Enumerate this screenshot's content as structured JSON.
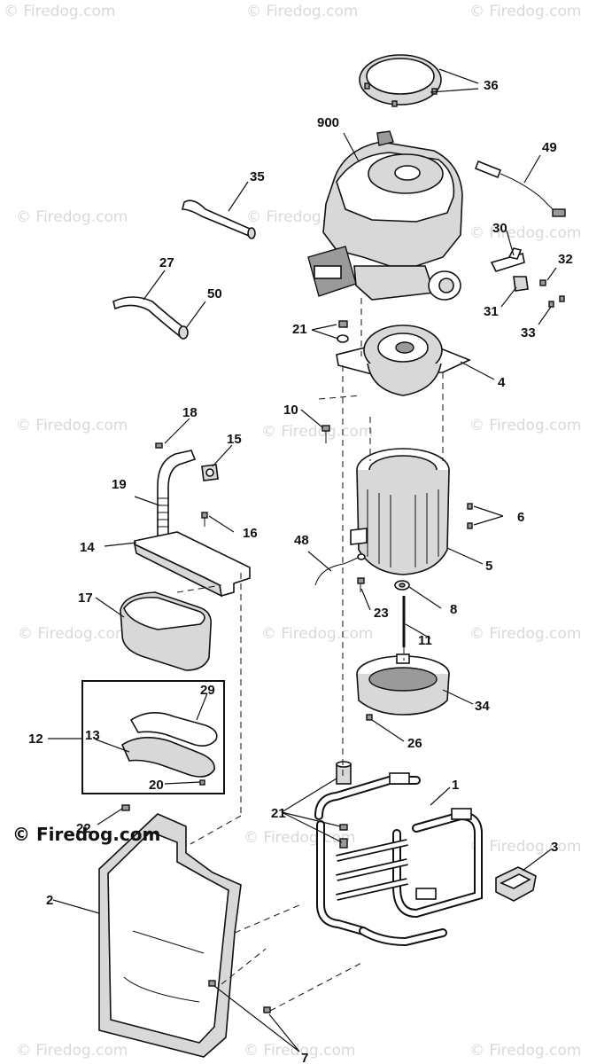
{
  "watermarks": {
    "text": "© Firedog.com",
    "main_text": "© Firedog.com"
  },
  "callouts": {
    "c36": "36",
    "c900": "900",
    "c49": "49",
    "c35": "35",
    "c30": "30",
    "c27": "27",
    "c32": "32",
    "c50": "50",
    "c31": "31",
    "c33": "33",
    "c21_top": "21",
    "c4": "4",
    "c10": "10",
    "c18": "18",
    "c15": "15",
    "c19": "19",
    "c6": "6",
    "c16": "16",
    "c14": "14",
    "c48": "48",
    "c5": "5",
    "c17": "17",
    "c23": "23",
    "c8": "8",
    "c11": "11",
    "c29": "29",
    "c34": "34",
    "c12": "12",
    "c13": "13",
    "c26": "26",
    "c20": "20",
    "c1": "1",
    "c22": "22",
    "c21_bottom": "21",
    "c3": "3",
    "c2": "2",
    "c7": "7"
  }
}
